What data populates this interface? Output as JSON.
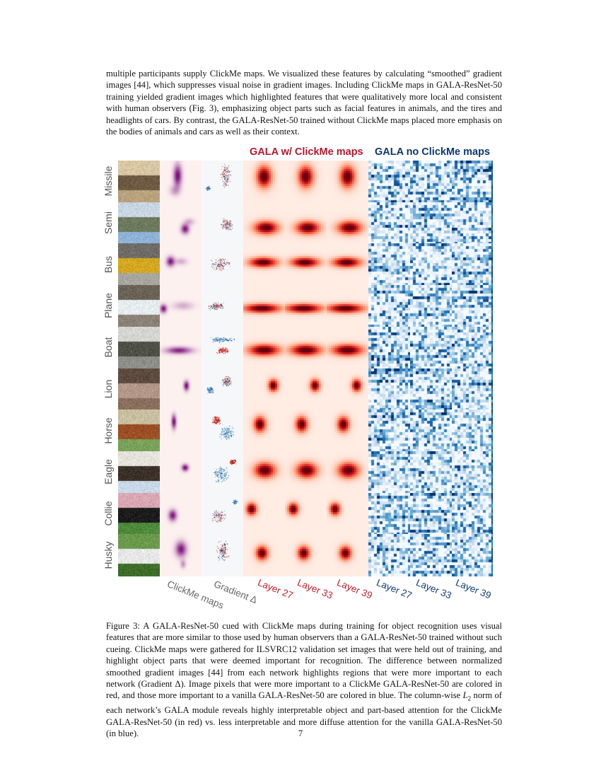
{
  "intro_paragraph": "multiple participants supply ClickMe maps. We visualized these features by calculating “smoothed” gradient images [44], which suppresses visual noise in gradient images. Including ClickMe maps in GALA-ResNet-50 training yielded gradient images which highlighted features that were qualitatively more local and consistent with human observers (Fig. 3), emphasizing object parts such as facial features in animals, and the tires and headlights of cars. By contrast, the GALA-ResNet-50 trained without ClickMe maps placed more emphasis on the bodies of animals and cars as well as their context.",
  "figure": {
    "header_red": "GALA w/ ClickMe maps",
    "header_blue": "GALA no ClickMe maps",
    "colors": {
      "red_header": "#b2182b",
      "blue_header": "#0d3873",
      "red_bg": "#fdefe9",
      "blue_bg": "#f5f9fe",
      "clickme_bg": "#fdf1f0",
      "gradient_bg": "#f6f7f8"
    },
    "row_labels": [
      "Missile",
      "Semi",
      "Bus",
      "Plane",
      "Boat",
      "Lion",
      "Horse",
      "Eagle",
      "Collie",
      "Husky"
    ],
    "column_labels": {
      "clickme": "ClickMe maps",
      "gradient": "Gradient Δ",
      "red": [
        "Layer 27",
        "Layer 33",
        "Layer 39"
      ],
      "blue": [
        "Layer 27",
        "Layer 33",
        "Layer 39"
      ]
    },
    "photo_colors": [
      [
        "#b9a27c",
        "#6e5a42",
        "#d9c7a4"
      ],
      [
        "#8fb3d6",
        "#6d7a5e",
        "#c9d6e4"
      ],
      [
        "#a8a6a0",
        "#d4a820",
        "#6f6c66"
      ],
      [
        "#8a8276",
        "#e7ecef",
        "#6b6356"
      ],
      [
        "#8e8f8a",
        "#4f5048",
        "#d5d6d2"
      ],
      [
        "#8a6f5e",
        "#b39889",
        "#5e4b40"
      ],
      [
        "#7aa25a",
        "#9c4f24",
        "#c9c0a0"
      ],
      [
        "#c9d9ea",
        "#3b3128",
        "#e6e2dc"
      ],
      [
        "#4f8a3c",
        "#1c1c1c",
        "#d9a8b4"
      ],
      [
        "#3f6e2a",
        "#e8e8e8",
        "#6b9a4c"
      ]
    ],
    "clickme_blobs": [
      [
        [
          0.42,
          0.35,
          0.12,
          0.32,
          1.0
        ],
        [
          0.35,
          0.7,
          0.15,
          0.15,
          0.35
        ]
      ],
      [
        [
          0.6,
          0.62,
          0.12,
          0.14,
          0.95
        ],
        [
          0.7,
          0.45,
          0.15,
          0.1,
          0.3
        ]
      ],
      [
        [
          0.25,
          0.42,
          0.12,
          0.14,
          0.95
        ],
        [
          0.5,
          0.42,
          0.18,
          0.1,
          0.3
        ]
      ],
      [
        [
          0.08,
          0.55,
          0.1,
          0.12,
          0.95
        ],
        [
          0.55,
          0.48,
          0.3,
          0.12,
          0.3
        ]
      ],
      [
        [
          0.45,
          0.55,
          0.38,
          0.1,
          0.9
        ]
      ],
      [
        [
          0.63,
          0.4,
          0.08,
          0.14,
          1.0
        ]
      ],
      [
        [
          0.33,
          0.28,
          0.07,
          0.2,
          1.0
        ]
      ],
      [
        [
          0.6,
          0.38,
          0.1,
          0.1,
          1.0
        ]
      ],
      [
        [
          0.3,
          0.52,
          0.12,
          0.16,
          0.95
        ]
      ],
      [
        [
          0.5,
          0.35,
          0.16,
          0.22,
          0.95
        ],
        [
          0.55,
          0.7,
          0.08,
          0.12,
          0.4
        ]
      ]
    ],
    "gradient_spots": [
      [
        [
          0.58,
          0.35,
          0.12,
          0.3,
          "mix"
        ],
        [
          0.15,
          0.65,
          0.05,
          0.05,
          "blue"
        ]
      ],
      [
        [
          0.6,
          0.52,
          0.15,
          0.15,
          "mix"
        ]
      ],
      [
        [
          0.45,
          0.5,
          0.25,
          0.15,
          "mix"
        ]
      ],
      [
        [
          0.35,
          0.5,
          0.2,
          0.1,
          "mix"
        ]
      ],
      [
        [
          0.5,
          0.3,
          0.3,
          0.06,
          "blue"
        ],
        [
          0.5,
          0.55,
          0.15,
          0.08,
          "red"
        ]
      ],
      [
        [
          0.6,
          0.3,
          0.12,
          0.12,
          "mix"
        ],
        [
          0.2,
          0.5,
          0.08,
          0.08,
          "blue"
        ]
      ],
      [
        [
          0.35,
          0.25,
          0.1,
          0.1,
          "red"
        ],
        [
          0.6,
          0.55,
          0.2,
          0.2,
          "blue"
        ]
      ],
      [
        [
          0.45,
          0.55,
          0.2,
          0.22,
          "blue"
        ],
        [
          0.75,
          0.25,
          0.08,
          0.06,
          "red"
        ]
      ],
      [
        [
          0.4,
          0.55,
          0.18,
          0.15,
          "mix"
        ],
        [
          0.8,
          0.2,
          0.05,
          0.05,
          "blue"
        ]
      ],
      [
        [
          0.5,
          0.4,
          0.15,
          0.25,
          "mix"
        ]
      ]
    ],
    "red_blobs": [
      [
        0.5,
        0.38,
        0.2,
        0.28
      ],
      [
        0.55,
        0.6,
        0.32,
        0.17
      ],
      [
        0.48,
        0.45,
        0.38,
        0.13
      ],
      [
        0.45,
        0.55,
        0.5,
        0.12
      ],
      [
        0.5,
        0.55,
        0.42,
        0.15
      ],
      [
        0.72,
        0.4,
        0.13,
        0.16
      ],
      [
        0.4,
        0.35,
        0.16,
        0.2
      ],
      [
        0.52,
        0.45,
        0.28,
        0.2
      ],
      [
        0.2,
        0.38,
        0.14,
        0.16
      ],
      [
        0.45,
        0.45,
        0.16,
        0.18
      ]
    ]
  },
  "caption": {
    "part1": "Figure 3: A GALA-ResNet-50 cued with ClickMe maps during training for object recognition uses visual features that are more similar to those used by human observers than a GALA-ResNet-50 trained without such cueing. ClickMe maps were gathered for ILSVRC12 validation set images that were held out of training, and highlight object parts that were deemed important for recognition. The difference between normalized smoothed gradient images [44] from each network highlights regions that were more important to each network (Gradient Δ).  Image pixels that were more important to a ClickMe GALA-ResNet-50 are colored in red, and those more important to a vanilla GALA-ResNet-50 are colored in blue. The column-wise ",
    "math_L": "L",
    "math_sub": "2",
    "part2": " norm of each network’s GALA module reveals highly interpretable object and part-based attention for the ClickMe GALA-ResNet-50 (in red) vs. less interpretable and more diffuse attention for the vanilla GALA-ResNet-50 (in blue)."
  },
  "page_number": "7"
}
